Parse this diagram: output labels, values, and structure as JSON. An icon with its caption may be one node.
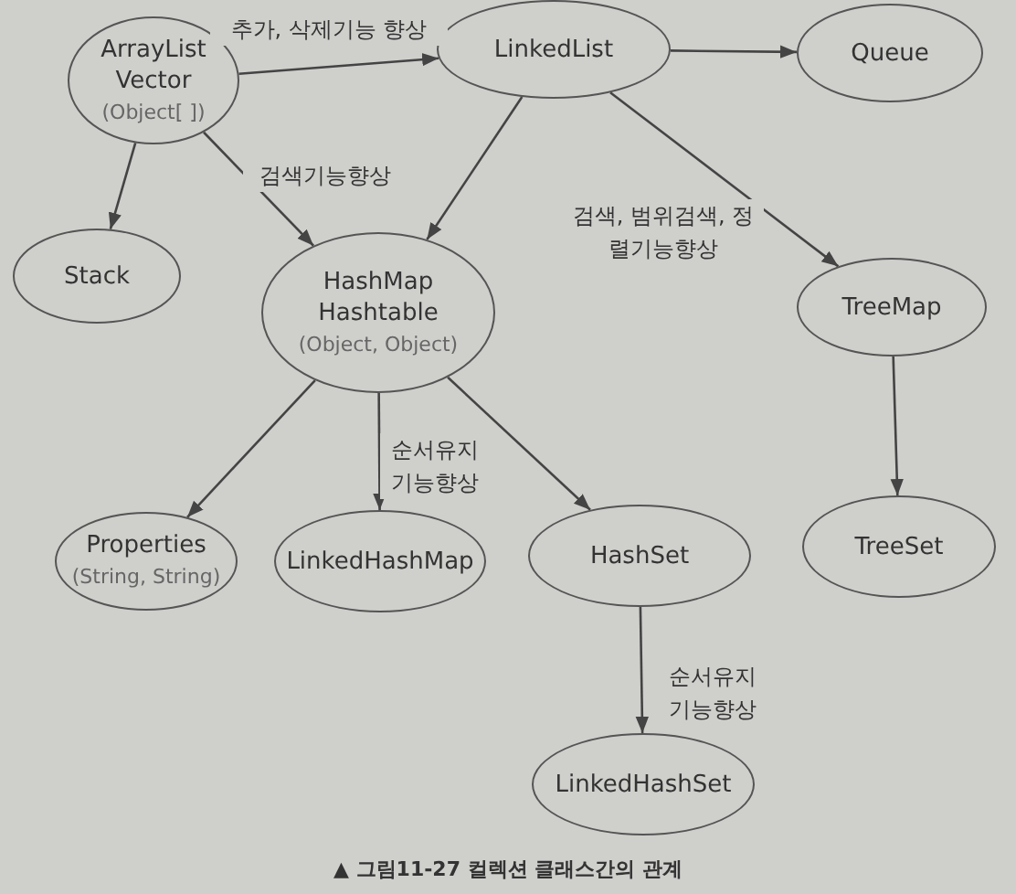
{
  "diagram": {
    "caption": "▲ 그림11-27 컬렉션 클래스간의 관계",
    "nodes": [
      {
        "text": [
          "ArrayList",
          "Vector",
          "(Object[ ])"
        ]
      },
      {
        "text": [
          "LinkedList"
        ]
      },
      {
        "text": [
          "Queue"
        ]
      },
      {
        "text": [
          "Stack"
        ]
      },
      {
        "text": [
          "HashMap",
          "Hashtable",
          "(Object, Object)"
        ]
      },
      {
        "text": [
          "TreeMap"
        ]
      },
      {
        "text": [
          "Properties",
          "(String, String)"
        ]
      },
      {
        "text": [
          "LinkedHashMap"
        ]
      },
      {
        "text": [
          "HashSet"
        ]
      },
      {
        "text": [
          "TreeSet"
        ]
      },
      {
        "text": [
          "LinkedHashSet"
        ]
      }
    ],
    "edges": [
      {
        "from": 0,
        "to": 1,
        "arrow": "to",
        "label": "추가, 삭제기능 향상"
      },
      {
        "from": 1,
        "to": 2,
        "arrow": "to"
      },
      {
        "from": 0,
        "to": 3,
        "arrow": "to"
      },
      {
        "from": 0,
        "to": 4,
        "arrow": "to",
        "label": "검색기능향상"
      },
      {
        "from": 1,
        "to": 4,
        "arrow": "to"
      },
      {
        "from": 1,
        "to": 5,
        "arrow": "to",
        "label": "검색, 범위검색, 정렬기능향상"
      },
      {
        "from": 4,
        "to": 6,
        "arrow": "to"
      },
      {
        "from": 4,
        "to": 7,
        "arrow": "to",
        "label": "순서유지 기능향상"
      },
      {
        "from": 4,
        "to": 8,
        "arrow": "to"
      },
      {
        "from": 5,
        "to": 9,
        "arrow": "to"
      },
      {
        "from": 8,
        "to": 10,
        "arrow": "to",
        "label": "순서유지 기능향상"
      }
    ]
  }
}
